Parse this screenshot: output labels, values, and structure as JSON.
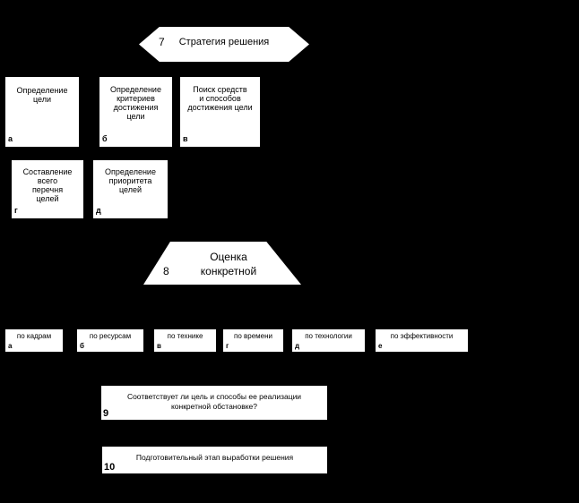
{
  "diagram": {
    "title_block": {
      "number": "7",
      "label": "Стратегия решения"
    },
    "goal_boxes": [
      {
        "tag": "а",
        "text": "Определение\nцели"
      },
      {
        "tag": "б",
        "text": "Определение\nкритериев\nдостижения\nцели"
      },
      {
        "tag": "в",
        "text": "Поиск средств\nи способов\nдостижения цели"
      },
      {
        "tag": "г",
        "text": "Составление\nвсего\nперечня\nцелей"
      },
      {
        "tag": "д",
        "text": "Определение\nприоритета\nцелей"
      }
    ],
    "assessment_block": {
      "number": "8",
      "label": "Оценка\nконкретной"
    },
    "criteria_boxes": [
      {
        "tag": "а",
        "text": "по кадрам"
      },
      {
        "tag": "б",
        "text": "по ресурсам"
      },
      {
        "tag": "в",
        "text": "по технике"
      },
      {
        "tag": "г",
        "text": "по времени"
      },
      {
        "tag": "д",
        "text": "по технологии"
      },
      {
        "tag": "е",
        "text": "по эффективности"
      }
    ],
    "question_block": {
      "number": "9",
      "text": "Соответствует ли цель и способы ее реализации\nконкретной обстановке?"
    },
    "final_block": {
      "number": "10",
      "text": "Подготовительный этап выработки решения"
    }
  }
}
